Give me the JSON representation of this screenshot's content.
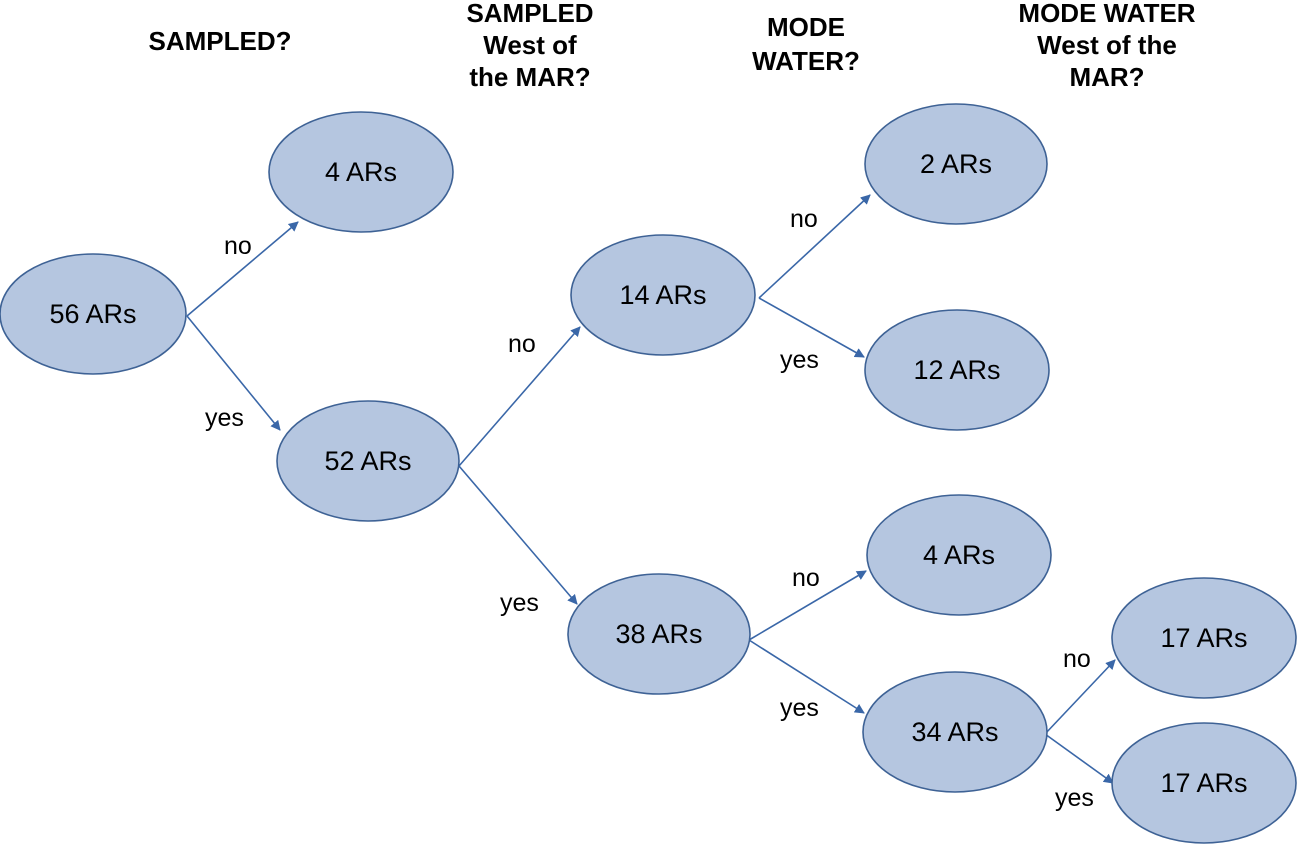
{
  "headers": {
    "col1": [
      "SAMPLED?"
    ],
    "col2": [
      "SAMPLED",
      "West of",
      "the MAR?"
    ],
    "col3": [
      "MODE",
      "WATER?"
    ],
    "col4": [
      "MODE WATER",
      "West of the",
      "MAR?"
    ]
  },
  "nodes": {
    "root": "56 ARs",
    "not_sampled": "4 ARs",
    "sampled": "52 ARs",
    "sampled_not_west": "14 ARs",
    "sampled_west": "38 ARs",
    "not_west_no_mode": "2 ARs",
    "not_west_mode": "12 ARs",
    "west_no_mode": "4 ARs",
    "west_mode": "34 ARs",
    "mode_not_west": "17 ARs",
    "mode_west": "17 ARs"
  },
  "edges": {
    "no": "no",
    "yes": "yes"
  },
  "colors": {
    "node_fill": "#b5c6e0",
    "node_stroke": "#3e6295",
    "edge": "#3a67a8"
  }
}
